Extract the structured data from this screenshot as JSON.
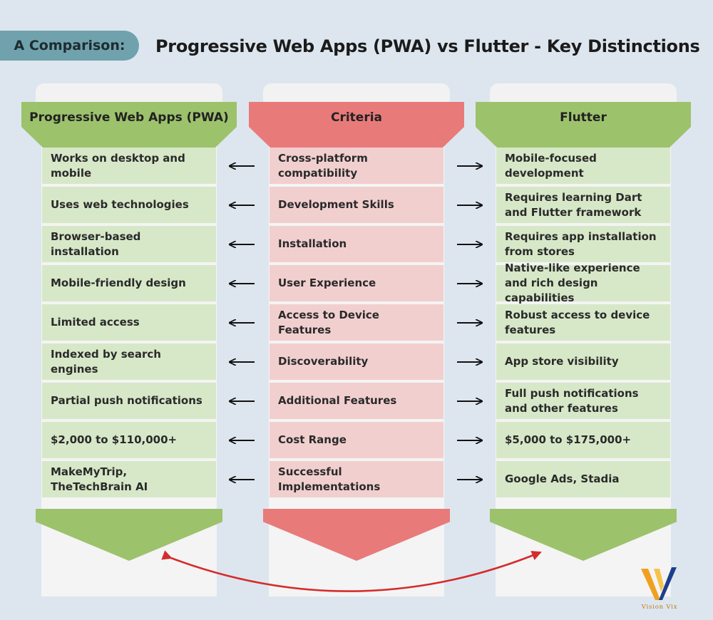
{
  "header": {
    "badge": "A Comparison:",
    "title": "Progressive Web Apps (PWA) vs Flutter - Key Distinctions"
  },
  "columns": {
    "pwa": {
      "title": "Progressive Web Apps (PWA)",
      "items": [
        "Works on desktop and mobile",
        "Uses web technologies",
        "Browser-based installation",
        "Mobile-friendly design",
        "Limited access",
        "Indexed by search engines",
        "Partial push notifications",
        "$2,000 to $110,000+",
        "MakeMyTrip, TheTechBrain AI"
      ]
    },
    "criteria": {
      "title": "Criteria",
      "items": [
        "Cross-platform compatibility",
        "Development Skills",
        "Installation",
        "User Experience",
        "Access to Device Features",
        "Discoverability",
        "Additional Features",
        "Cost Range",
        "Successful Implementations"
      ]
    },
    "flutter": {
      "title": "Flutter",
      "items": [
        "Mobile-focused development",
        "Requires learning Dart and Flutter framework",
        "Requires app installation from stores",
        "Native-like experience and rich design capabilities",
        "Robust access to device features",
        "App store visibility",
        "Full push notifications and other features",
        "$5,000 to $175,000+",
        "Google Ads, Stadia"
      ]
    }
  },
  "logo": {
    "text": "Vision Vix",
    "icon": "vision-vix-logo-icon"
  },
  "colors": {
    "background": "#dde6ef",
    "green_header": "#9dc26c",
    "green_cell": "#d7e8c8",
    "red_header": "#e97a7a",
    "red_cell": "#f2cfcf",
    "badge": "#6fa2ac",
    "curve_arrow": "#d62b2b"
  }
}
